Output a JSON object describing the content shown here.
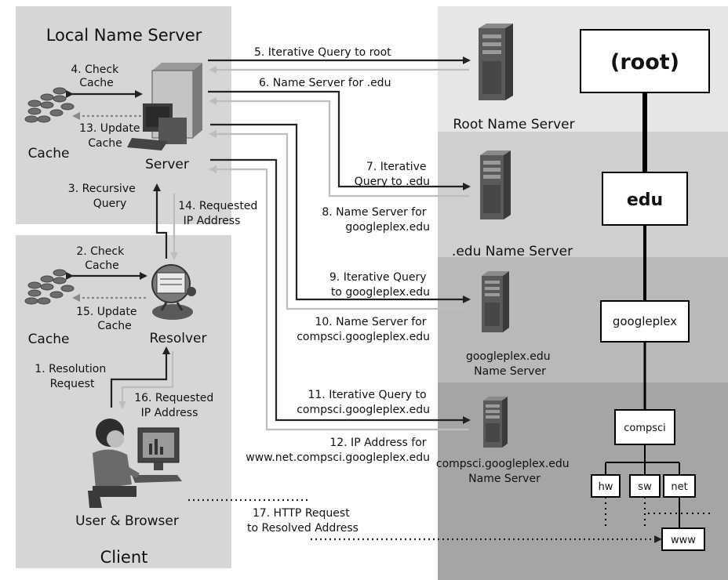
{
  "panels": {
    "local_name_server": "Local Name Server",
    "client": "Client"
  },
  "local": {
    "cache_label": "Cache",
    "server_label": "Server",
    "step4": [
      "4. Check",
      "Cache"
    ],
    "step13": [
      "13. Update",
      "Cache"
    ],
    "step3": [
      "3. Recursive",
      "Query"
    ],
    "step14": [
      "14. Requested",
      "IP Address"
    ]
  },
  "client": {
    "cache_label": "Cache",
    "resolver_label": "Resolver",
    "user_label": "User & Browser",
    "step2": [
      "2. Check",
      "Cache"
    ],
    "step15": [
      "15. Update",
      "Cache"
    ],
    "step1": [
      "1. Resolution",
      "Request"
    ],
    "step16": [
      "16. Requested",
      "IP Address"
    ]
  },
  "messages": {
    "step5": "5. Iterative Query to root",
    "step6": "6. Name Server for .edu",
    "step7": [
      "7. Iterative",
      "Query to .edu"
    ],
    "step8": [
      "8. Name Server for",
      "googleplex.edu"
    ],
    "step9": [
      "9. Iterative Query",
      "to googleplex.edu"
    ],
    "step10": [
      "10. Name Server for",
      "compsci.googleplex.edu"
    ],
    "step11": [
      "11. Iterative Query to",
      "compsci.googleplex.edu"
    ],
    "step12": [
      "12. IP Address for",
      "www.net.compsci.googleplex.edu"
    ],
    "step17": [
      "17. HTTP Request",
      "to Resolved Address"
    ]
  },
  "servers": {
    "root": "Root Name Server",
    "edu": ".edu Name Server",
    "googleplex": [
      "googleplex.edu",
      "Name Server"
    ],
    "compsci": [
      "compsci.googleplex.edu",
      "Name Server"
    ]
  },
  "tree": {
    "root": "(root)",
    "edu": "edu",
    "googleplex": "googleplex",
    "compsci": "compsci",
    "hw": "hw",
    "sw": "sw",
    "net": "net",
    "www": "www"
  },
  "colors": {
    "panel": "#d6d6d6",
    "zone_root": "#e6e6e6",
    "zone_edu": "#cfcfcf",
    "zone_googleplex": "#b9b9b9",
    "zone_compsci": "#a5a5a5",
    "arrow_dark": "#222222",
    "arrow_light": "#bdbdbd"
  }
}
